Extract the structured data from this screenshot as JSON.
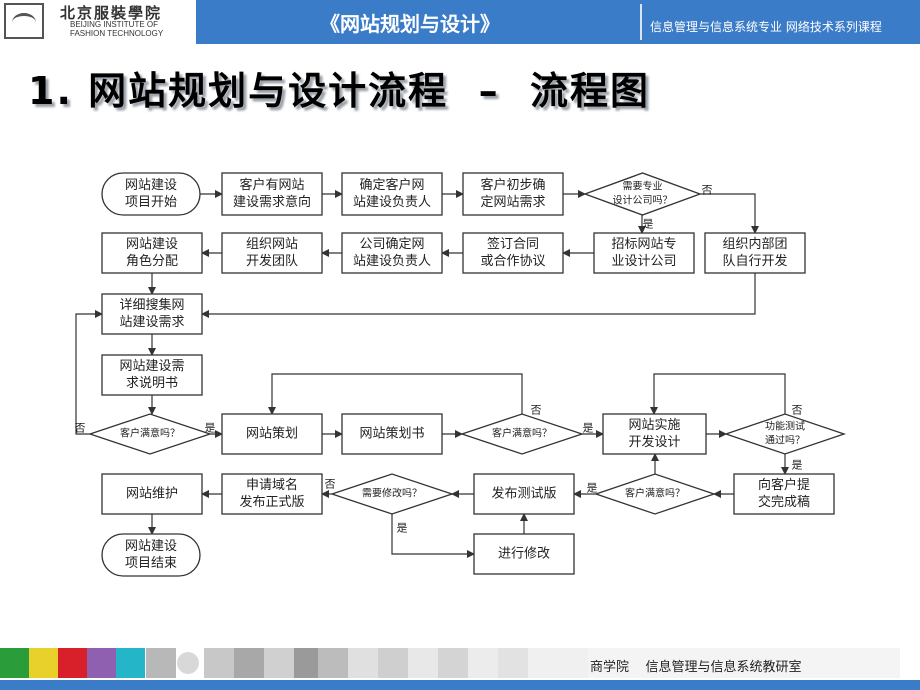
{
  "header": {
    "logo_cn": "北京服裝學院",
    "logo_en_line1": "BEIJING INSTITUTE OF",
    "logo_en_line2": "FASHION TECHNOLOGY",
    "course_title": "《网站规划与设计》",
    "series": "信息管理与信息系统专业  网络技术系列课程"
  },
  "slide": {
    "title": "1. 网站规划与设计流程  –  流程图"
  },
  "flowchart": {
    "nodes": {
      "start": [
        "网站建设",
        "项目开始"
      ],
      "customer_intent": [
        "客户有网站",
        "建设需求意向"
      ],
      "confirm_owner": [
        "确定客户网",
        "站建设负责人"
      ],
      "initial_req": [
        "客户初步确",
        "定网站需求"
      ],
      "need_company": [
        "需要专业",
        "设计公司吗？"
      ],
      "tender": [
        "招标网站专",
        "业设计公司"
      ],
      "internal_team": [
        "组织内部团",
        "队自行开发"
      ],
      "sign_contract": [
        "签订合同",
        "或合作协议"
      ],
      "company_owner": [
        "公司确定网",
        "站建设负责人"
      ],
      "dev_team": [
        "组织网站",
        "开发团队"
      ],
      "roles": [
        "网站建设",
        "角色分配"
      ],
      "collect_req": [
        "详细搜集网",
        "站建设需求"
      ],
      "req_doc": [
        "网站建设需",
        "求说明书"
      ],
      "satisfied1": [
        "客户满意吗？"
      ],
      "planning": [
        "网站策划"
      ],
      "plan_doc": [
        "网站策划书"
      ],
      "satisfied2": [
        "客户满意吗？"
      ],
      "implement": [
        "网站实施",
        "开发设计"
      ],
      "func_test": [
        "功能测试",
        "通过吗？"
      ],
      "submit": [
        "向客户提",
        "交完成稿"
      ],
      "satisfied3": [
        "客户满意吗？"
      ],
      "publish_test": [
        "发布测试版"
      ],
      "need_modify": [
        "需要修改吗？"
      ],
      "domain": [
        "申请域名",
        "发布正式版"
      ],
      "maintain": [
        "网站维护"
      ],
      "modify": [
        "进行修改"
      ],
      "end": [
        "网站建设",
        "项目结束"
      ]
    },
    "labels": {
      "yes": "是",
      "no": "否"
    },
    "colors": {
      "box_fill": "#ffffff",
      "stroke": "#333333",
      "text": "#222222"
    }
  },
  "footer": {
    "text": "商学院    信息管理与信息系统教研室",
    "stripe_colors": [
      "#2a9d3a",
      "#e8d12a",
      "#d8202a",
      "#8f5fb0",
      "#25b5c8"
    ]
  }
}
